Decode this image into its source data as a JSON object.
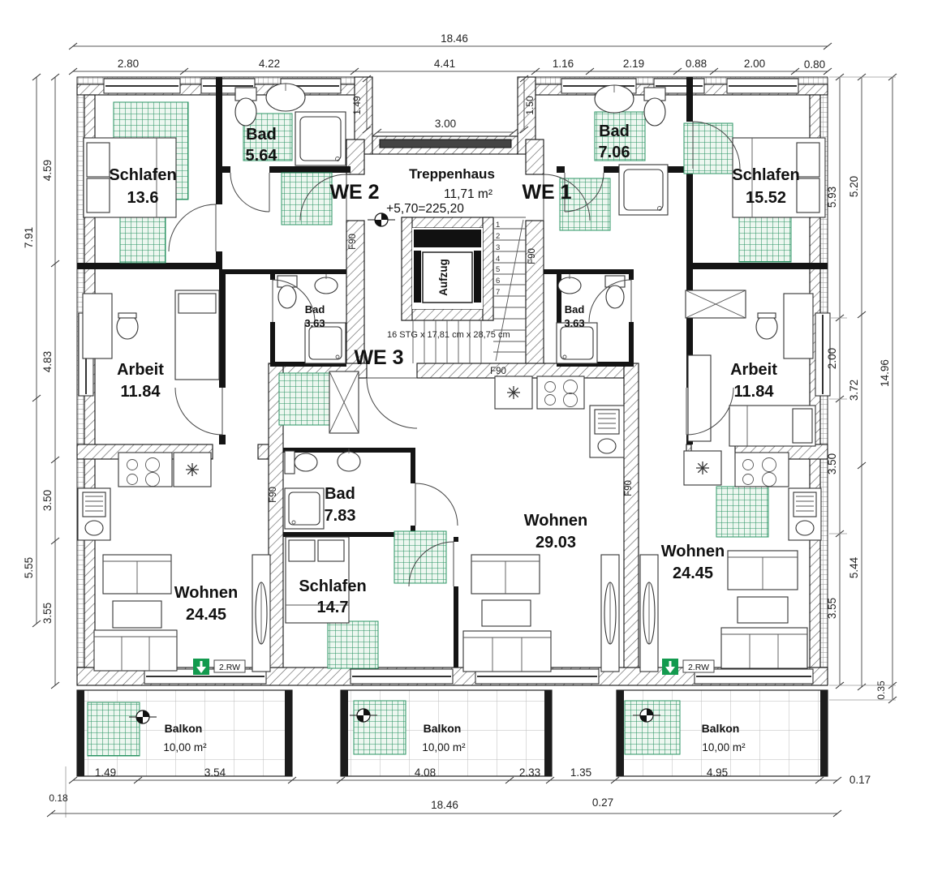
{
  "colors": {
    "hatch_green": "#2c9464",
    "escape_green": "#139a4e",
    "wall": "#1a1a1a"
  },
  "units": {
    "we1": "WE 1",
    "we2": "WE 2",
    "we3": "WE 3"
  },
  "rooms": {
    "schlafen_we2": {
      "name": "Schlafen",
      "area": "13.6"
    },
    "bad_we2": {
      "name": "Bad",
      "area": "5.64"
    },
    "bad_we1": {
      "name": "Bad",
      "area": "7.06"
    },
    "schlafen_we1": {
      "name": "Schlafen",
      "area": "15.52"
    },
    "arbeit_we2": {
      "name": "Arbeit",
      "area": "11.84"
    },
    "arbeit_we1": {
      "name": "Arbeit",
      "area": "11.84"
    },
    "bad_klein_we2": {
      "name": "Bad",
      "area": "3.63"
    },
    "bad_klein_we1": {
      "name": "Bad",
      "area": "3.63"
    },
    "bad_we3": {
      "name": "Bad",
      "area": "7.83"
    },
    "schlafen_we3": {
      "name": "Schlafen",
      "area": "14.7"
    },
    "wohnen_we3": {
      "name": "Wohnen",
      "area": "29.03"
    },
    "wohnen_we2": {
      "name": "Wohnen",
      "area": "24.45"
    },
    "wohnen_we1": {
      "name": "Wohnen",
      "area": "24.45"
    },
    "treppenhaus": {
      "name": "Treppenhaus",
      "area": "11,71 m²",
      "level": "+5,70=225,20"
    },
    "balkon": {
      "name": "Balkon",
      "area": "10,00 m²"
    },
    "aufzug": {
      "name": "Aufzug"
    }
  },
  "stairs": {
    "note": "16 STG x 17,81 cm x 28,75 cm",
    "steps": [
      "1",
      "2",
      "3",
      "4",
      "5",
      "6",
      "7"
    ]
  },
  "labels": {
    "fire_rating": "F90",
    "escape_route": "2.RW"
  },
  "dimensions": {
    "top_total": "18.46",
    "top": [
      "2.80",
      "4.22",
      "4.41",
      "1.16",
      "2.19",
      "0.88",
      "2.00",
      "0.80"
    ],
    "entry_width": "3.00",
    "entry_depth_left": "1.49",
    "entry_depth_right": "1.50",
    "left_inner": [
      "4.59",
      "4.83",
      "3.50",
      "3.55"
    ],
    "left_outer": [
      "7.91",
      "5.55"
    ],
    "right_inner": [
      "5.93",
      "2.00",
      "3.50",
      "3.55"
    ],
    "right_mid": [
      "5.20",
      "3.72",
      "5.44"
    ],
    "right_total": "14.96",
    "right_bottom": "0.35",
    "bottom": [
      "1.49",
      "3.54",
      "4.08",
      "2.33",
      "1.35",
      "4.95",
      "0.17"
    ],
    "bottom_total": "18.46",
    "offset_left": "0.18",
    "offset_mid": "0.27"
  }
}
